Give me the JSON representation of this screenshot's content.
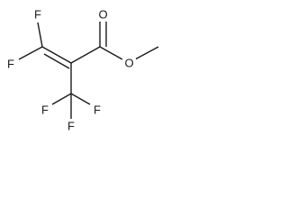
{
  "molecule": {
    "atoms": {
      "f_top": "F",
      "f_left": "F",
      "o_carbonyl": "O",
      "o_ester": "O",
      "f_cf3_left": "F",
      "f_cf3_right": "F",
      "f_cf3_bottom": "F"
    }
  }
}
